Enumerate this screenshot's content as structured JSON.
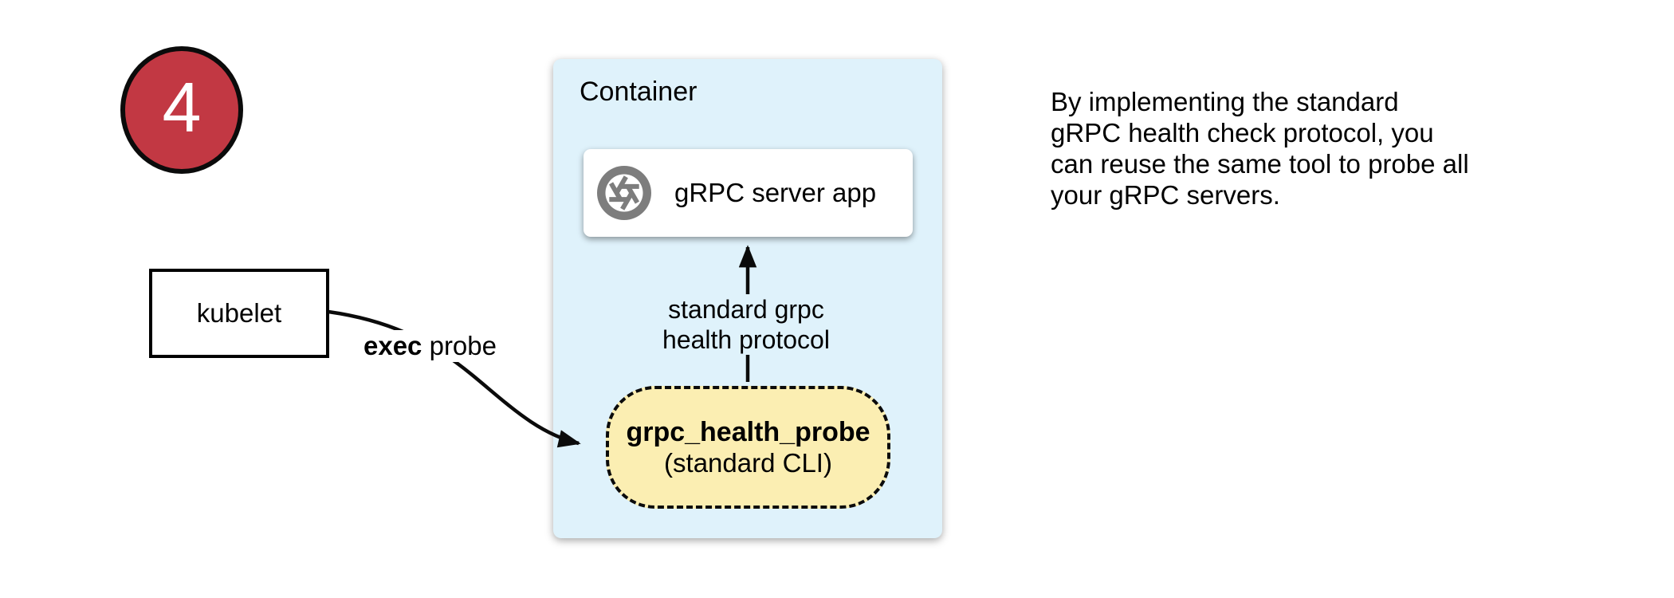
{
  "badge": {
    "number": "4",
    "color": "#C23843"
  },
  "kubelet": {
    "label": "kubelet"
  },
  "container": {
    "title": "Container",
    "fill": "#DFF2FB",
    "server": {
      "label": "gRPC server app",
      "icon": "aperture-icon",
      "icon_color": "#7D7D7D"
    },
    "probe": {
      "title": "grpc_health_probe",
      "subtitle": "(standard CLI)",
      "fill": "#FBEEB2"
    }
  },
  "labels": {
    "exec_bold": "exec",
    "exec_rest": "probe",
    "protocol_line1": "standard grpc",
    "protocol_line2": "health protocol"
  },
  "caption": {
    "lines": [
      "By implementing the standard",
      "gRPC health check protocol, you",
      "can reuse the same tool to probe all",
      "your gRPC servers."
    ]
  }
}
